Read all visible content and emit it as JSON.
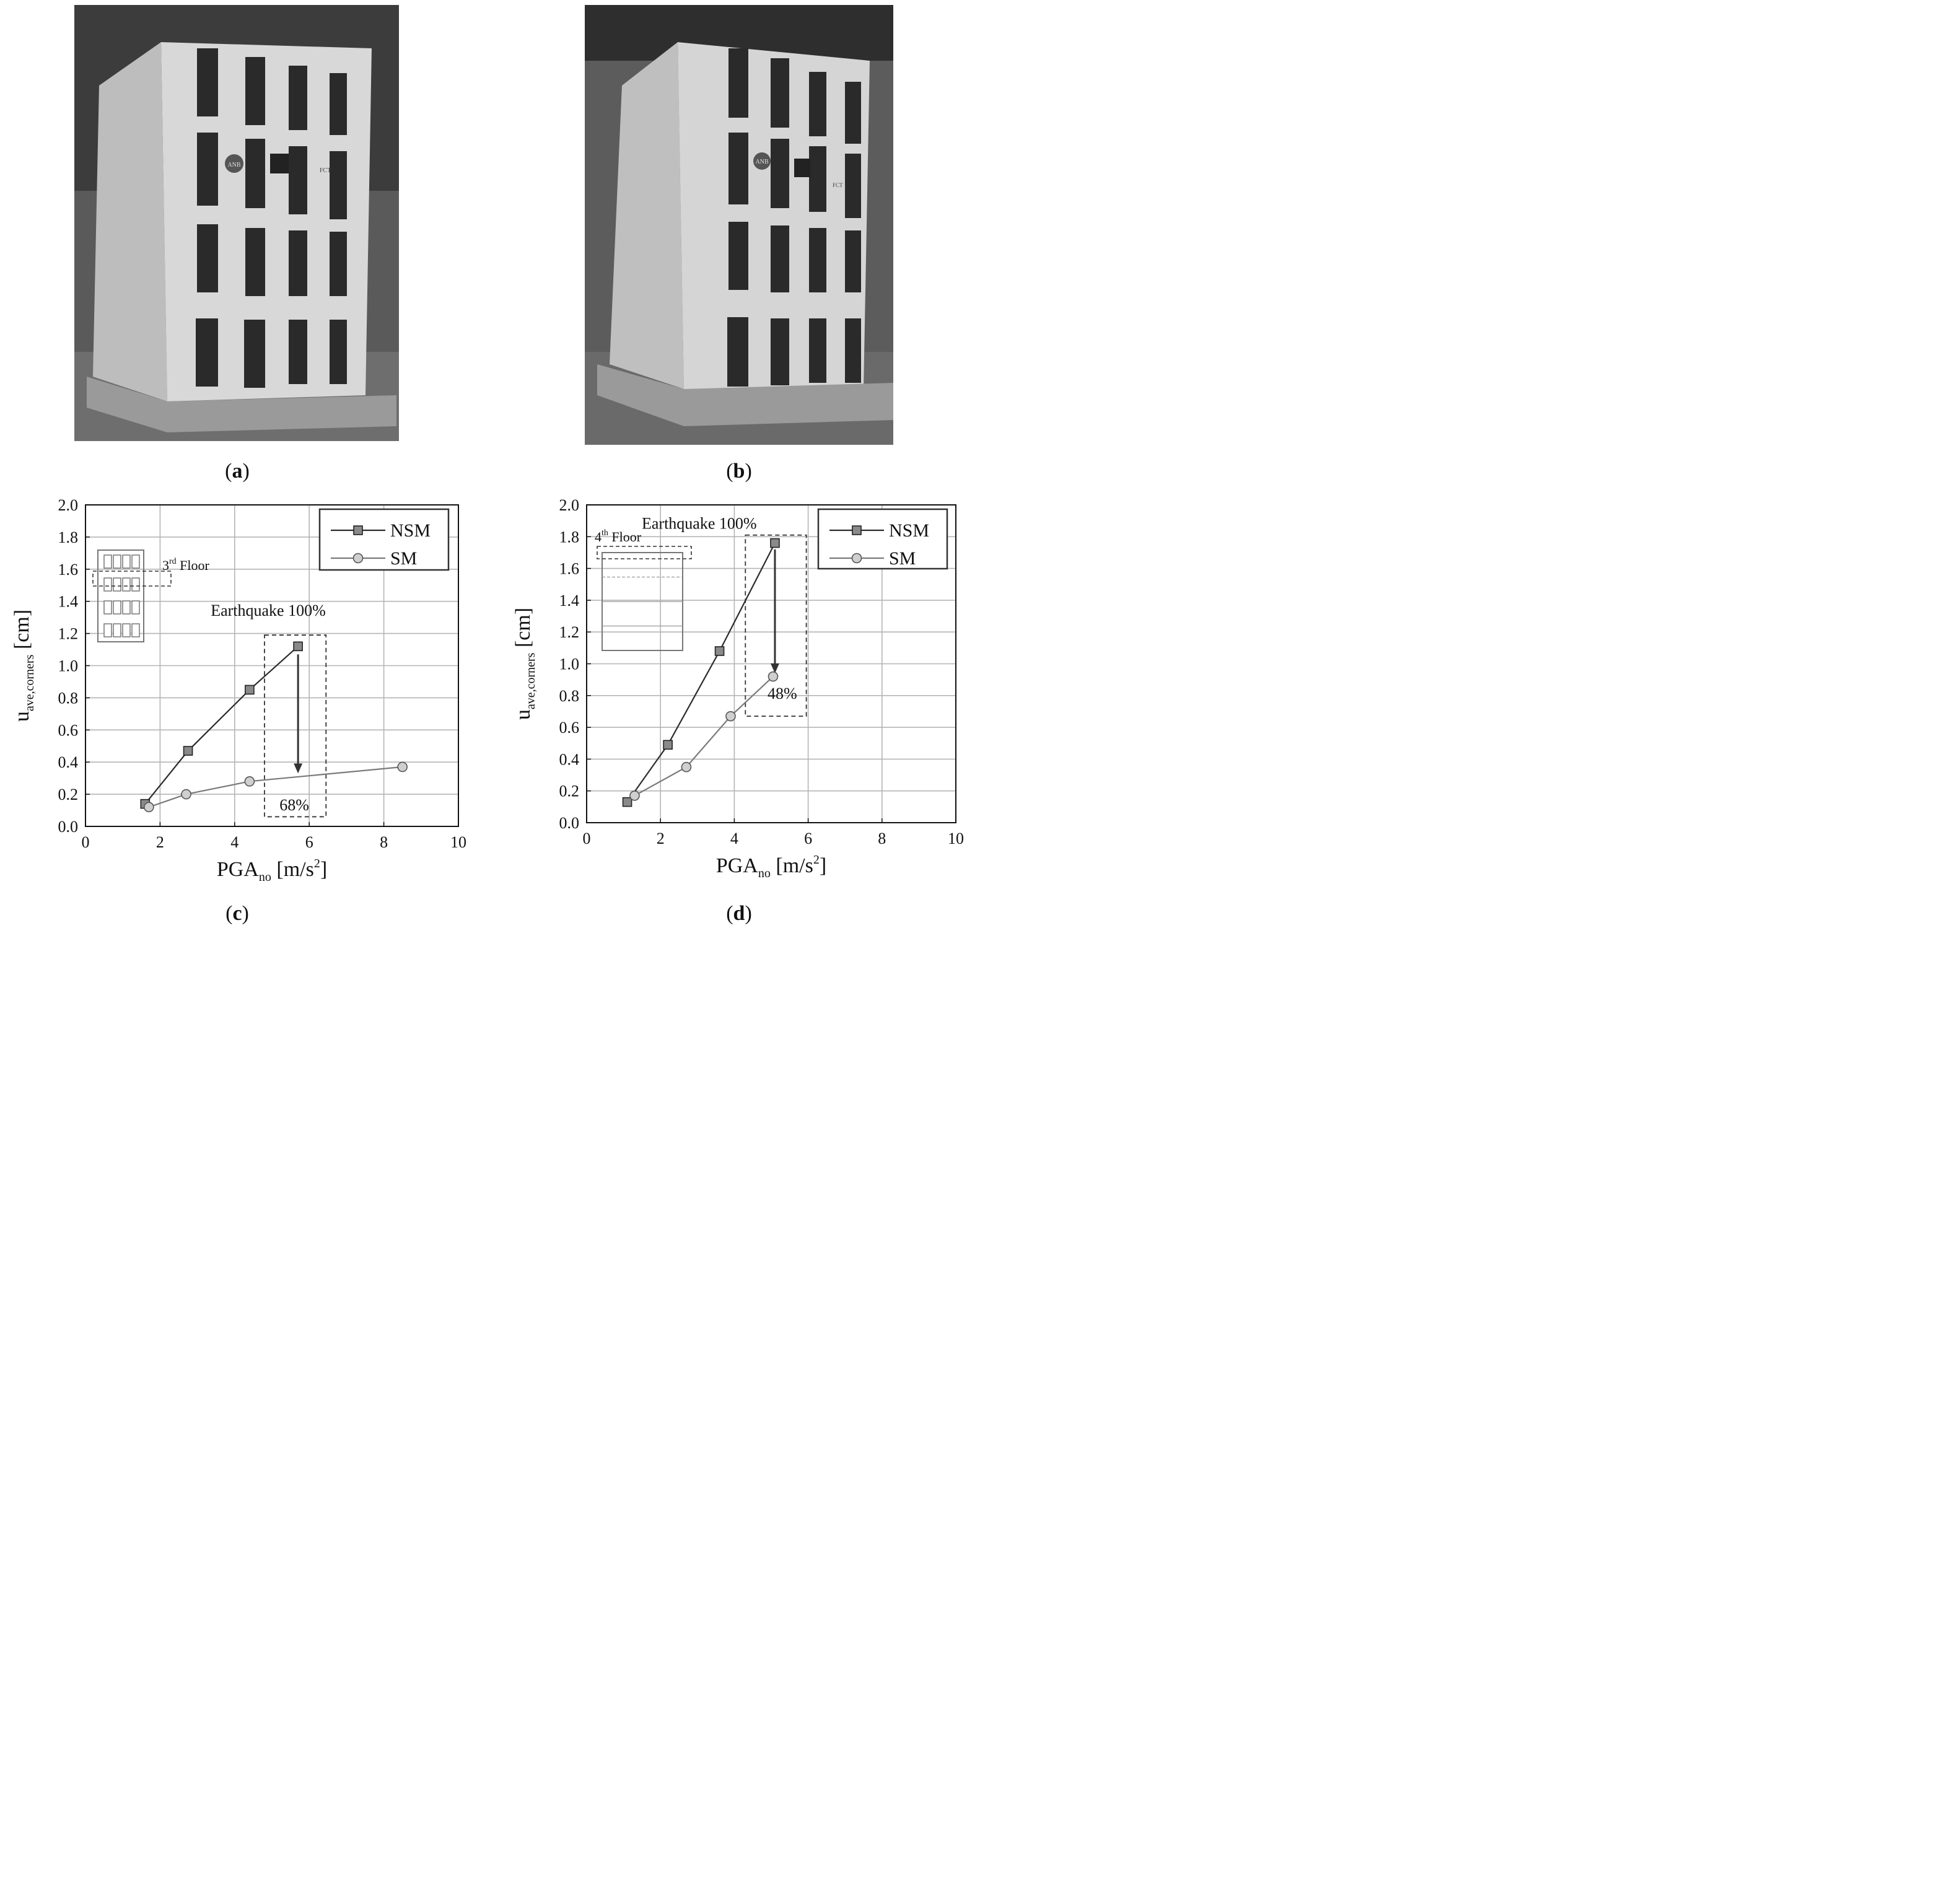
{
  "photos": [
    {
      "id": "a",
      "logos": [
        "ANB",
        "FCT"
      ]
    },
    {
      "id": "b",
      "logos": [
        "ANB",
        "FCT"
      ]
    }
  ],
  "panel_labels": {
    "a": "a",
    "b": "b",
    "c": "c",
    "d": "d"
  },
  "chart_data": [
    {
      "panel": "c",
      "type": "line",
      "xlabel_main": "PGA",
      "xlabel_sub": "no",
      "xlabel_unit": "[m/s",
      "xlabel_sup": "2",
      "xlabel_end": "]",
      "ylabel_main": "u",
      "ylabel_sub": "ave,corners",
      "ylabel_unit": "[cm]",
      "xlim": [
        0,
        10
      ],
      "ylim": [
        0,
        2.0
      ],
      "xticks": [
        "0",
        "2",
        "4",
        "6",
        "8",
        "10"
      ],
      "yticks": [
        "0.0",
        "0.2",
        "0.4",
        "0.6",
        "0.8",
        "1.0",
        "1.2",
        "1.4",
        "1.6",
        "1.8",
        "2.0"
      ],
      "grid": true,
      "legend_position": "top-right",
      "series": [
        {
          "name": "NSM",
          "marker": "square",
          "color": "#2b2b2b",
          "markerColor": "#8a8a8a",
          "x": [
            1.6,
            2.75,
            4.4,
            5.7
          ],
          "y": [
            0.14,
            0.47,
            0.85,
            1.12
          ]
        },
        {
          "name": "SM",
          "marker": "circle",
          "color": "#7a7a7a",
          "markerColor": "#cfcfcf",
          "x": [
            1.7,
            2.7,
            4.4,
            8.5
          ],
          "y": [
            0.12,
            0.2,
            0.28,
            0.37
          ]
        }
      ],
      "annotation_title": "Earthquake 100%",
      "annotation_reduction": "68%",
      "inset_label": "3",
      "inset_label_sup": "rd",
      "inset_label_rest": " Floor"
    },
    {
      "panel": "d",
      "type": "line",
      "xlabel_main": "PGA",
      "xlabel_sub": "no",
      "xlabel_unit": "[m/s",
      "xlabel_sup": "2",
      "xlabel_end": "]",
      "ylabel_main": "u",
      "ylabel_sub": "ave,corners",
      "ylabel_unit": "[cm]",
      "xlim": [
        0,
        10
      ],
      "ylim": [
        0,
        2.0
      ],
      "xticks": [
        "0",
        "2",
        "4",
        "6",
        "8",
        "10"
      ],
      "yticks": [
        "0.0",
        "0.2",
        "0.4",
        "0.6",
        "0.8",
        "1.0",
        "1.2",
        "1.4",
        "1.6",
        "1.8",
        "2.0"
      ],
      "grid": true,
      "legend_position": "top-right",
      "series": [
        {
          "name": "NSM",
          "marker": "square",
          "color": "#2b2b2b",
          "markerColor": "#8a8a8a",
          "x": [
            1.1,
            2.2,
            3.6,
            5.1
          ],
          "y": [
            0.13,
            0.49,
            1.08,
            1.76
          ]
        },
        {
          "name": "SM",
          "marker": "circle",
          "color": "#7a7a7a",
          "markerColor": "#cfcfcf",
          "x": [
            1.3,
            2.7,
            3.9,
            5.05
          ],
          "y": [
            0.17,
            0.35,
            0.67,
            0.92
          ]
        }
      ],
      "annotation_title": "Earthquake 100%",
      "annotation_reduction": "48%",
      "inset_label": "4",
      "inset_label_sup": "th",
      "inset_label_rest": " Floor"
    }
  ]
}
